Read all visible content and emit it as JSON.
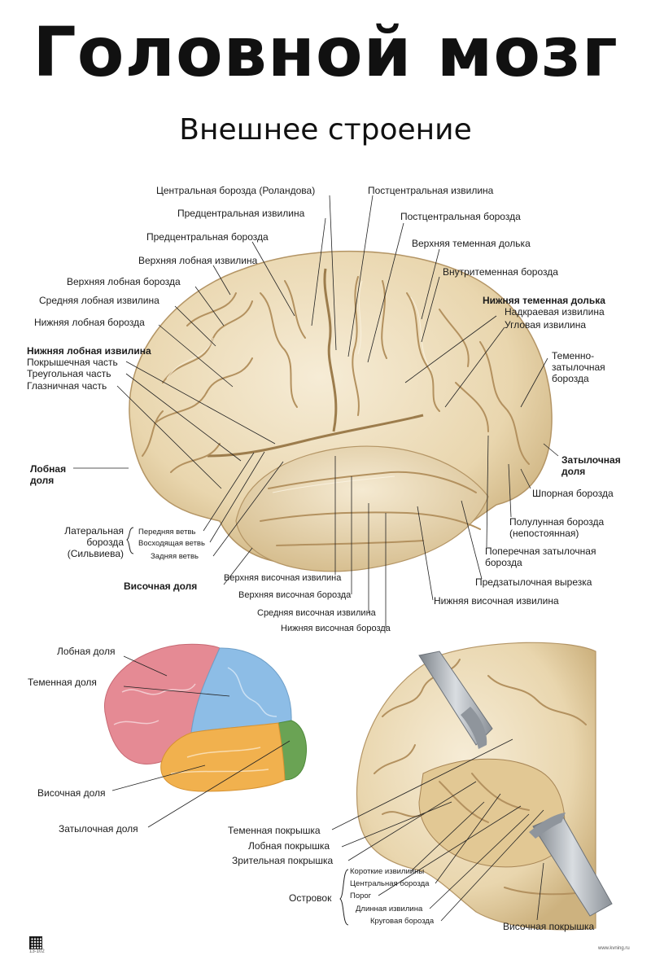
{
  "header": {
    "title": "Головной мозг",
    "subtitle": "Внешнее строение"
  },
  "main_labels": {
    "central_sulcus": "Центральная борозда (Роландова)",
    "postcentral_gyrus": "Постцентральная извилина",
    "precentral_gyrus": "Предцентральная извилина",
    "postcentral_sulcus": "Постцентральная борозда",
    "precentral_sulcus": "Предцентральная борозда",
    "superior_parietal_lobule": "Верхняя теменная долька",
    "superior_frontal_gyrus": "Верхняя лобная извилина",
    "intraparietal_sulcus": "Внутритеменная борозда",
    "superior_frontal_sulcus": "Верхняя лобная борозда",
    "middle_frontal_gyrus": "Средняя лобная извилина",
    "inferior_parietal_lobule": "Нижняя теменная долька",
    "supramarginal_gyrus": "Надкраевая извилина",
    "inferior_frontal_sulcus": "Нижняя лобная борозда",
    "angular_gyrus": "Угловая извилина",
    "inferior_frontal_gyrus": "Нижняя лобная извилина",
    "opercular_part": "Покрышечная часть",
    "triangular_part": "Треугольная часть",
    "orbital_part": "Глазничная часть",
    "parieto_occipital_sulcus": "Теменно-затылочная борозда",
    "frontal_lobe": "Лобная доля",
    "occipital_lobe": "Затылочная доля",
    "calcarine_sulcus": "Шпорная борозда",
    "lunate_sulcus": "Полулунная борозда (непостоянная)",
    "lateral_sulcus": "Латеральная борозда (Сильвиева)",
    "anterior_ramus": "Передняя ветвь",
    "ascending_ramus": "Восходящая ветвь",
    "posterior_ramus": "Задняя ветвь",
    "transverse_occipital_sulcus": "Поперечная затылочная борозда",
    "temporal_lobe": "Височная доля",
    "superior_temporal_gyrus": "Верхняя височная извилина",
    "preoccipital_notch": "Предзатылочная вырезка",
    "superior_temporal_sulcus": "Верхняя височная борозда",
    "inferior_temporal_gyrus": "Нижняя височная извилина",
    "middle_temporal_gyrus": "Средняя височная извилина",
    "inferior_temporal_sulcus": "Нижняя височная борозда"
  },
  "lobes_diagram": {
    "frontal": "Лобная доля",
    "parietal": "Теменная доля",
    "temporal": "Височная доля",
    "occipital": "Затылочная доля",
    "colors": {
      "frontal": "#e58a94",
      "parietal": "#8dbde6",
      "temporal": "#f1b14e",
      "occipital": "#6aa354"
    }
  },
  "insula_view": {
    "parietal_operculum": "Теменная покрышка",
    "frontal_operculum": "Лобная покрышка",
    "orbital_operculum": "Зрительная покрышка",
    "insula": "Островок",
    "short_gyri": "Короткие извилиины",
    "central_sulcus": "Центральная борозда",
    "limen": "Порог",
    "long_gyrus": "Длинная извилина",
    "circular_sulcus": "Круговая борозда",
    "temporal_operculum": "Височная покрышка"
  },
  "footer": {
    "code": "13-102",
    "site": "www.kvning.ru"
  },
  "colors": {
    "brain_base": "#ead9b4",
    "brain_light": "#f4ead2",
    "brain_groove": "#b89a6c",
    "retractor": "#a8adb3"
  }
}
